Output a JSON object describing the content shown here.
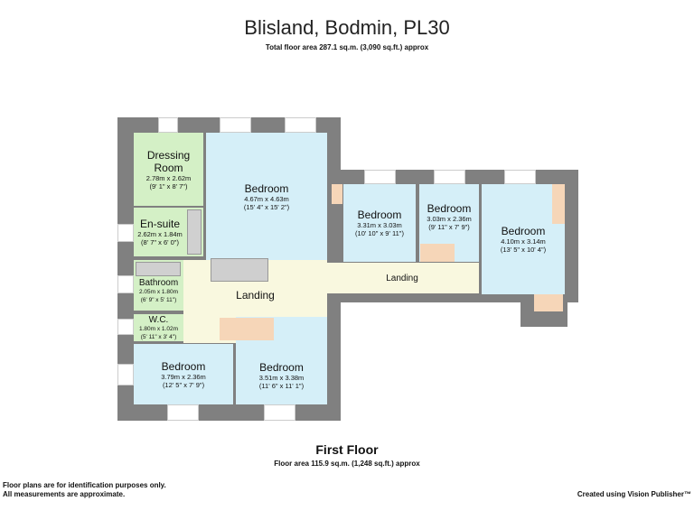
{
  "header": {
    "title": "Blisland, Bodmin, PL30",
    "subtitle": "Total floor area 287.1 sq.m. (3,090 sq.ft.) approx"
  },
  "rooms": [
    {
      "name": "Dressing\nRoom",
      "line1": "Dressing",
      "line2": "Room",
      "metric": "2.78m x 2.62m",
      "imperial": "(9' 1\" x 8' 7\")"
    },
    {
      "name": "En-suite",
      "metric": "2.62m x 1.84m",
      "imperial": "(8' 7\" x 6' 0\")"
    },
    {
      "name": "Bedroom",
      "metric": "4.67m x 4.63m",
      "imperial": "(15' 4\" x 15' 2\")"
    },
    {
      "name": "Bathroom",
      "metric": "2.05m x 1.80m",
      "imperial": "(6' 9\" x 5' 11\")"
    },
    {
      "name": "W.C.",
      "metric": "1.80m x 1.02m",
      "imperial": "(5' 11\" x 3' 4\")"
    },
    {
      "name": "Bedroom",
      "metric": "3.31m x 3.03m",
      "imperial": "(10' 10\" x 9' 11\")"
    },
    {
      "name": "Bedroom",
      "metric": "3.03m x 2.36m",
      "imperial": "(9' 11\" x 7' 9\")"
    },
    {
      "name": "Bedroom",
      "metric": "4.10m x 3.14m",
      "imperial": "(13' 5\" x 10' 4\")"
    },
    {
      "name": "Bedroom",
      "metric": "3.79m x 2.36m",
      "imperial": "(12' 5\" x 7' 9\")"
    },
    {
      "name": "Bedroom",
      "metric": "3.51m x 3.38m",
      "imperial": "(11' 6\" x 11' 1\")"
    }
  ],
  "landing_labels": [
    "Landing",
    "Landing"
  ],
  "floor": {
    "name": "First Floor",
    "area": "Floor area 115.9 sq.m. (1,248 sq.ft.) approx"
  },
  "footer": {
    "disclaimer1": "Floor plans are for identification purposes only.",
    "disclaimer2": "All measurements are approximate.",
    "credit": "Created using Vision Publisher™"
  }
}
